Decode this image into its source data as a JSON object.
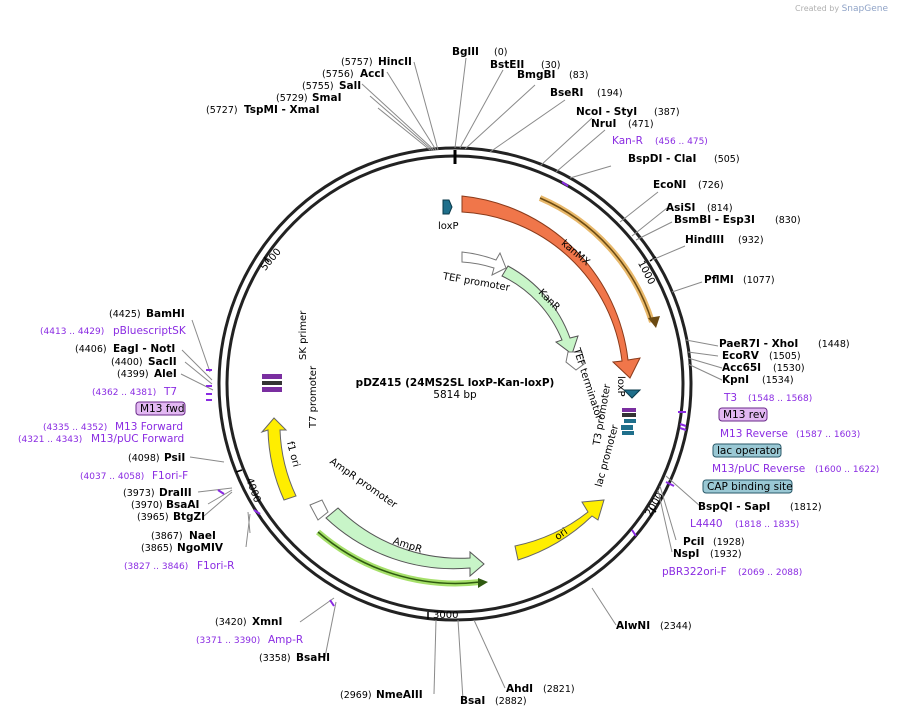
{
  "watermark": {
    "created_by": "Created by",
    "brand": "SnapGene"
  },
  "plasmid": {
    "name": "pDZ415 (24MS2SL loxP-Kan-loxP)",
    "length": "5814 bp"
  },
  "ticks": [
    "1000",
    "2000",
    "3000",
    "4000",
    "5000"
  ],
  "features": {
    "loxP_top": "loxP",
    "kanMX": "kanMX",
    "TEF_promoter": "TEF promoter",
    "KanR": "KanR",
    "TEF_terminator": "TEF terminator",
    "loxP_right": "loxP",
    "T3_promoter": "T3 promoter",
    "lac_promoter": "lac promoter",
    "ori": "ori",
    "AmpR": "AmpR",
    "AmpR_promoter": "AmpR promoter",
    "f1_ori": "f1 ori",
    "T7_promoter": "T7 promoter",
    "SK_primer": "SK primer"
  },
  "enzymes": [
    {
      "name": "BglII",
      "pos": "(0)"
    },
    {
      "name": "BstEII",
      "pos": "(30)"
    },
    {
      "name": "BmgBI",
      "pos": "(83)"
    },
    {
      "name": "BseRI",
      "pos": "(194)"
    },
    {
      "name": "NcoI  - StyI",
      "pos": "(387)"
    },
    {
      "name": "NruI",
      "pos": "(471)"
    },
    {
      "name": "BspDI  - ClaI",
      "pos": "(505)"
    },
    {
      "name": "EcoNI",
      "pos": "(726)"
    },
    {
      "name": "AsiSI",
      "pos": "(814)"
    },
    {
      "name": "BsmBI  - Esp3I",
      "pos": "(830)"
    },
    {
      "name": "HindIII",
      "pos": "(932)"
    },
    {
      "name": "PflMI",
      "pos": "(1077)"
    },
    {
      "name": "PaeR7I  - XhoI",
      "pos": "(1448)"
    },
    {
      "name": "EcoRV",
      "pos": "(1505)"
    },
    {
      "name": "Acc65I",
      "pos": "(1530)"
    },
    {
      "name": "KpnI",
      "pos": "(1534)"
    },
    {
      "name": "BspQI  - SapI",
      "pos": "(1812)"
    },
    {
      "name": "PciI",
      "pos": "(1928)"
    },
    {
      "name": "NspI",
      "pos": "(1932)"
    },
    {
      "name": "AlwNI",
      "pos": "(2344)"
    },
    {
      "name": "AhdI",
      "pos": "(2821)"
    },
    {
      "name": "BsaI",
      "pos": "(2882)"
    },
    {
      "name": "NmeAIII",
      "pos": "(2969)"
    },
    {
      "name": "BsaHI",
      "pos": "(3358)"
    },
    {
      "name": "XmnI",
      "pos": "(3420)"
    },
    {
      "name": "NgoMIV",
      "pos": "(3865)"
    },
    {
      "name": "NaeI",
      "pos": "(3867)"
    },
    {
      "name": "BtgZI",
      "pos": "(3965)"
    },
    {
      "name": "BsaAI",
      "pos": "(3970)"
    },
    {
      "name": "DraIII",
      "pos": "(3973)"
    },
    {
      "name": "PsiI",
      "pos": "(4098)"
    },
    {
      "name": "AleI",
      "pos": "(4399)"
    },
    {
      "name": "SacII",
      "pos": "(4400)"
    },
    {
      "name": "EagI  - NotI",
      "pos": "(4406)"
    },
    {
      "name": "BamHI",
      "pos": "(4425)"
    },
    {
      "name": "TspMI  - XmaI",
      "pos": "(5727)"
    },
    {
      "name": "SmaI",
      "pos": "(5729)"
    },
    {
      "name": "SalI",
      "pos": "(5755)"
    },
    {
      "name": "AccI",
      "pos": "(5756)"
    },
    {
      "name": "HincII",
      "pos": "(5757)"
    }
  ],
  "primers": [
    {
      "name": "Kan-R",
      "pos": "(456 .. 475)"
    },
    {
      "name": "T3",
      "pos": "(1548 .. 1568)"
    },
    {
      "name": "M13 rev",
      "pos": ""
    },
    {
      "name": "M13 Reverse",
      "pos": "(1587 .. 1603)"
    },
    {
      "name": "lac operator",
      "pos": ""
    },
    {
      "name": "M13/pUC Reverse",
      "pos": "(1600 .. 1622)"
    },
    {
      "name": "CAP binding site",
      "pos": ""
    },
    {
      "name": "L4440",
      "pos": "(1818 .. 1835)"
    },
    {
      "name": "pBR322ori-F",
      "pos": "(2069 .. 2088)"
    },
    {
      "name": "Amp-R",
      "pos": "(3371 .. 3390)"
    },
    {
      "name": "F1ori-R",
      "pos": "(3827 .. 3846)"
    },
    {
      "name": "F1ori-F",
      "pos": "(4037 .. 4058)"
    },
    {
      "name": "M13/pUC Forward",
      "pos": "(4321 .. 4343)"
    },
    {
      "name": "M13 Forward",
      "pos": "(4335 .. 4352)"
    },
    {
      "name": "M13 fwd",
      "pos": ""
    },
    {
      "name": "T7",
      "pos": "(4362 .. 4381)"
    },
    {
      "name": "pBluescriptSK",
      "pos": "(4413 .. 4429)"
    }
  ]
}
